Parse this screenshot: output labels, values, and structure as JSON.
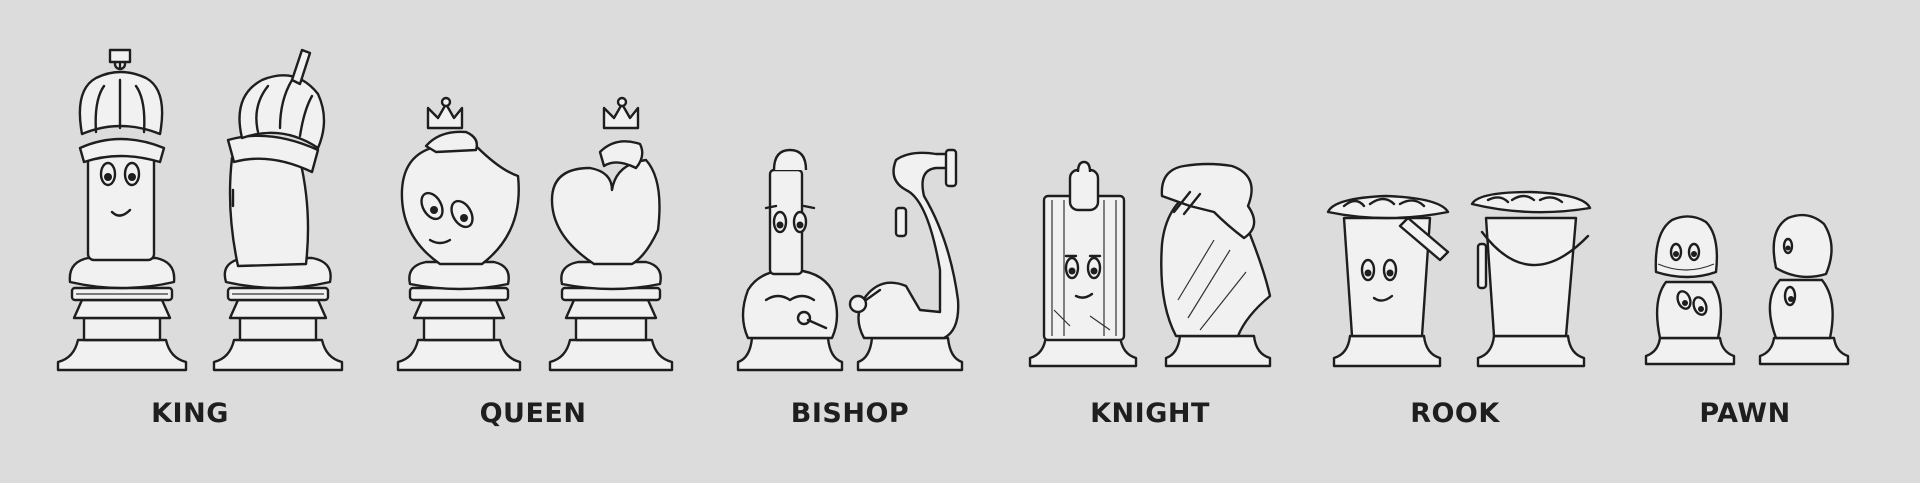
{
  "pieces": [
    {
      "key": "king",
      "label": "KING",
      "views": [
        "front",
        "side"
      ]
    },
    {
      "key": "queen",
      "label": "QUEEN",
      "views": [
        "front",
        "back"
      ]
    },
    {
      "key": "bishop",
      "label": "BISHOP",
      "views": [
        "front",
        "side"
      ]
    },
    {
      "key": "knight",
      "label": "KNIGHT",
      "views": [
        "front",
        "side"
      ]
    },
    {
      "key": "rook",
      "label": "ROOK",
      "views": [
        "front",
        "side"
      ]
    },
    {
      "key": "pawn",
      "label": "PAWN",
      "views": [
        "front",
        "side"
      ]
    }
  ],
  "colors": {
    "background": "#dcdcdc",
    "ink": "#1e1e1e",
    "paper": "#f1f1f1"
  }
}
